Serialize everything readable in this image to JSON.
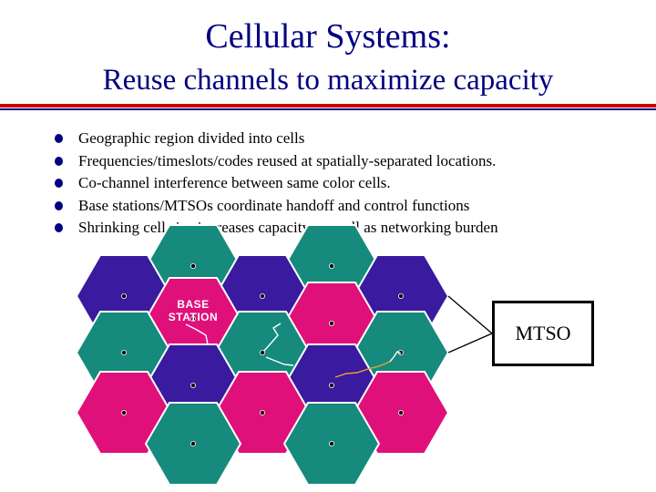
{
  "slide": {
    "title_line1": "Cellular Systems:",
    "title_line2": "Reuse channels to maximize capacity"
  },
  "bullets": [
    "Geographic region divided into cells",
    "Frequencies/timeslots/codes reused at spatially-separated locations.",
    "Co-channel interference between same color cells.",
    "Base stations/MTSOs coordinate handoff and control functions",
    "Shrinking cell size increases capacity, as well as networking burden"
  ],
  "diagram": {
    "base_station_label": "BASE STATION",
    "mtso_label": "MTSO",
    "colors": {
      "teal": "#168a7c",
      "purple": "#3a1a9e",
      "magenta": "#e0107a",
      "cell_border": "#ffffff",
      "title": "#000080",
      "rule_red": "#cc0000",
      "rule_blue": "#000080"
    }
  }
}
